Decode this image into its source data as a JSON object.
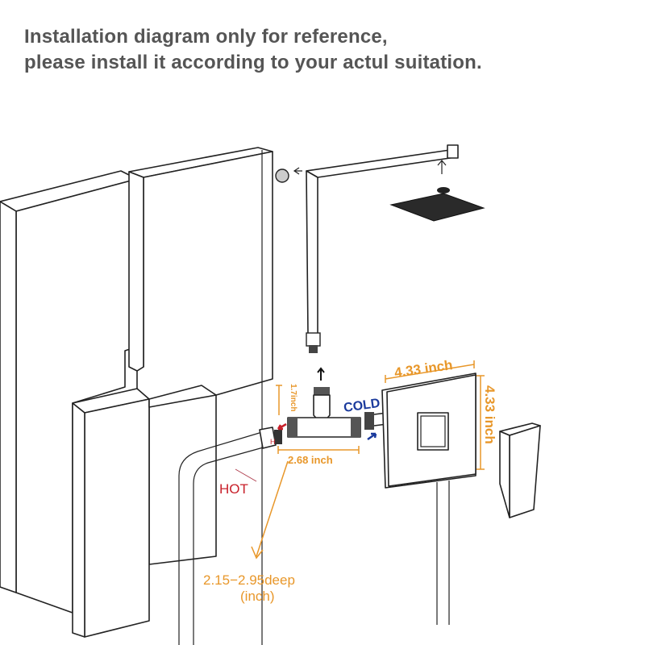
{
  "title": {
    "line1": "Installation diagram only for reference,",
    "line2": "please install it according to your actul suitation."
  },
  "labels": {
    "plate_width": "4.33 inch",
    "plate_height": "4.33 inch",
    "tee_width": "2.68 inch",
    "tee_height": "1.7inch",
    "cold": "COLD",
    "hot": "HOT",
    "hot_marker": "H",
    "depth": "2.15−2.95deep",
    "depth_unit": "(inch)"
  },
  "colors": {
    "dimension": "#e8972a",
    "cold": "#1a3a9c",
    "hot": "#c8202a",
    "title": "#555555"
  }
}
